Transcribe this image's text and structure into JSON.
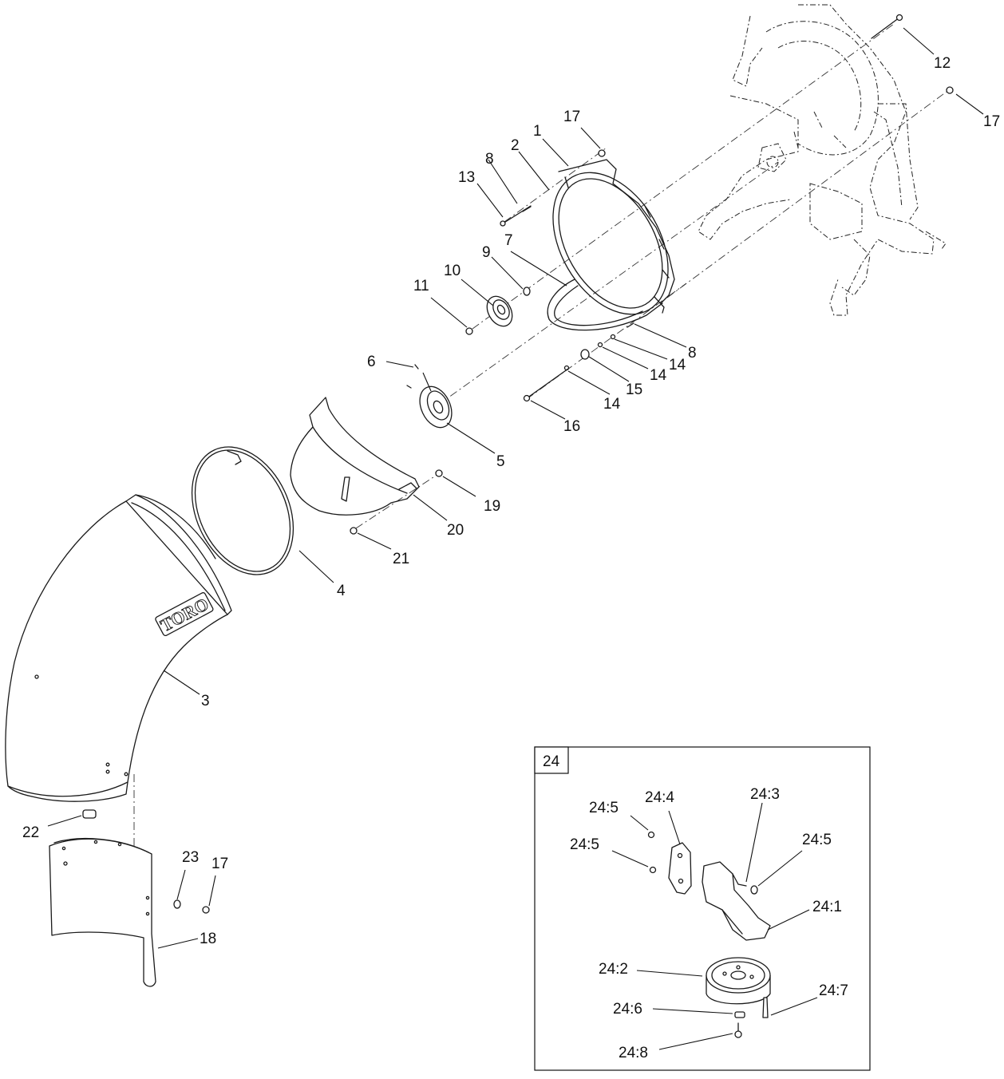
{
  "diagram": {
    "brand_text": "TORO",
    "inset_title": "24",
    "callouts": {
      "c1": "1",
      "c2": "2",
      "c3": "3",
      "c4": "4",
      "c5": "5",
      "c6": "6",
      "c7": "7",
      "c8a": "8",
      "c8b": "8",
      "c9": "9",
      "c10": "10",
      "c11": "11",
      "c12": "12",
      "c13": "13",
      "c14a": "14",
      "c14b": "14",
      "c14c": "14",
      "c15": "15",
      "c16": "16",
      "c17a": "17",
      "c17b": "17",
      "c17c": "17",
      "c18": "18",
      "c19": "19",
      "c20": "20",
      "c21": "21",
      "c22": "22",
      "c23": "23",
      "i241": "24:1",
      "i242": "24:2",
      "i243": "24:3",
      "i244": "24:4",
      "i245a": "24:5",
      "i245b": "24:5",
      "i245c": "24:5",
      "i246": "24:6",
      "i247": "24:7",
      "i248": "24:8"
    }
  }
}
